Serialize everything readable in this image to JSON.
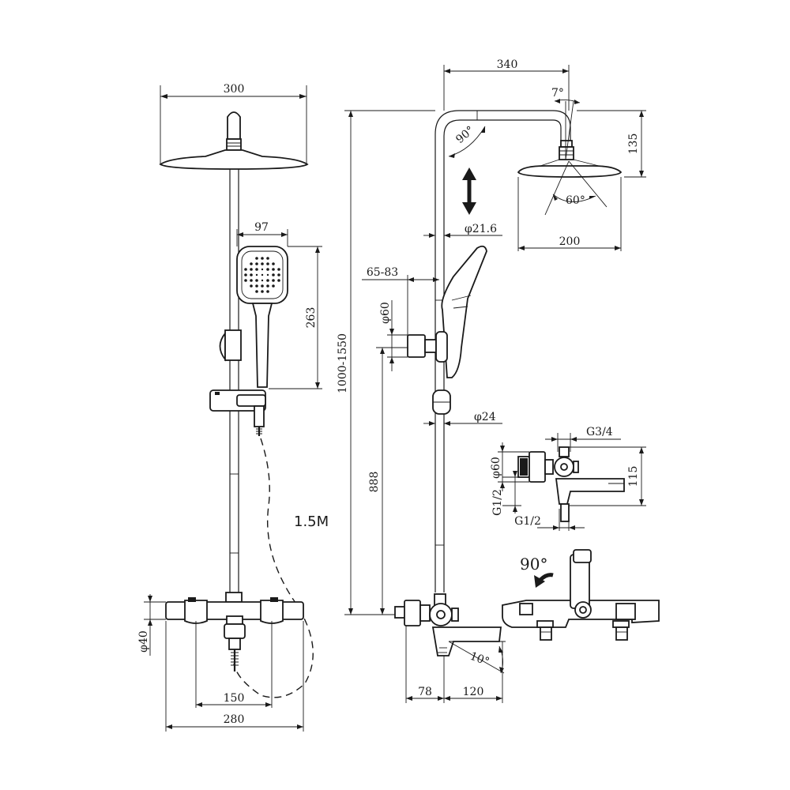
{
  "dimensions": {
    "head_width_front": "300",
    "handshower_width": "97",
    "handshower_height": "263",
    "mixer_width": "280",
    "inlet_spacing": "150",
    "mixer_diameter": "φ40",
    "hose_length": "1.5M",
    "arm_length": "340",
    "arm_height": "135",
    "head_tilt": "7°",
    "arm_angle": "90°",
    "head_spray_angle": "60°",
    "head_diameter": "200",
    "pipe_diameter_top": "φ21.6",
    "bracket_range": "65-83",
    "bracket_diameter": "φ60",
    "total_height": "1000-1550",
    "slider_diameter": "φ24",
    "inlet_height": "888",
    "spout_depth": "78",
    "spout_length": "120",
    "spout_angle": "10°",
    "detail_thread_top": "G3/4",
    "detail_diameter": "φ60",
    "detail_height": "115",
    "detail_thread_side": "G1/2",
    "detail_thread_bottom": "G1/2",
    "handle_rotation": "90°"
  }
}
